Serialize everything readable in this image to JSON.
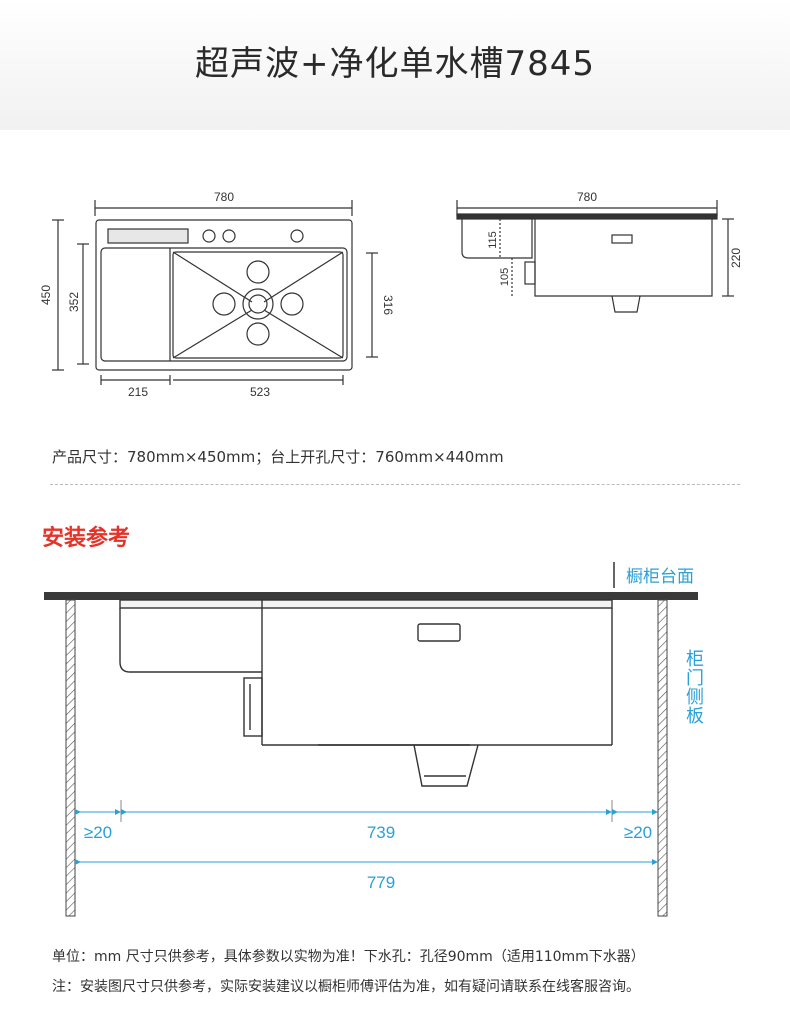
{
  "page": {
    "title": "超声波+净化单水槽7845",
    "spec_line": "产品尺寸：780mm×450mm；台上开孔尺寸：760mm×440mm",
    "install_heading": "安装参考",
    "note1": "单位：mm 尺寸只供参考，具体参数以实物为准！下水孔：孔径90mm（适用110mm下水器）",
    "note2": "注：安装图尺寸只供参考，实际安装建议以橱柜师傅评估为准，如有疑问请联系在线客服咨询。"
  },
  "top_view": {
    "width": "780",
    "height": "450",
    "inner_height": "352",
    "bowl_height": "316",
    "drainboard": "215",
    "bowl_width": "523"
  },
  "side_view": {
    "width": "780",
    "depth_left": "115",
    "depth_small": "105",
    "depth_total": "220"
  },
  "install": {
    "countertop_label": "橱柜台面",
    "side_panel_label": "柜门侧板",
    "gap_left": "≥20",
    "gap_right": "≥20",
    "inner_width": "739",
    "total_width": "779"
  },
  "colors": {
    "blue": "#29a0d8",
    "red": "#e5332a"
  }
}
